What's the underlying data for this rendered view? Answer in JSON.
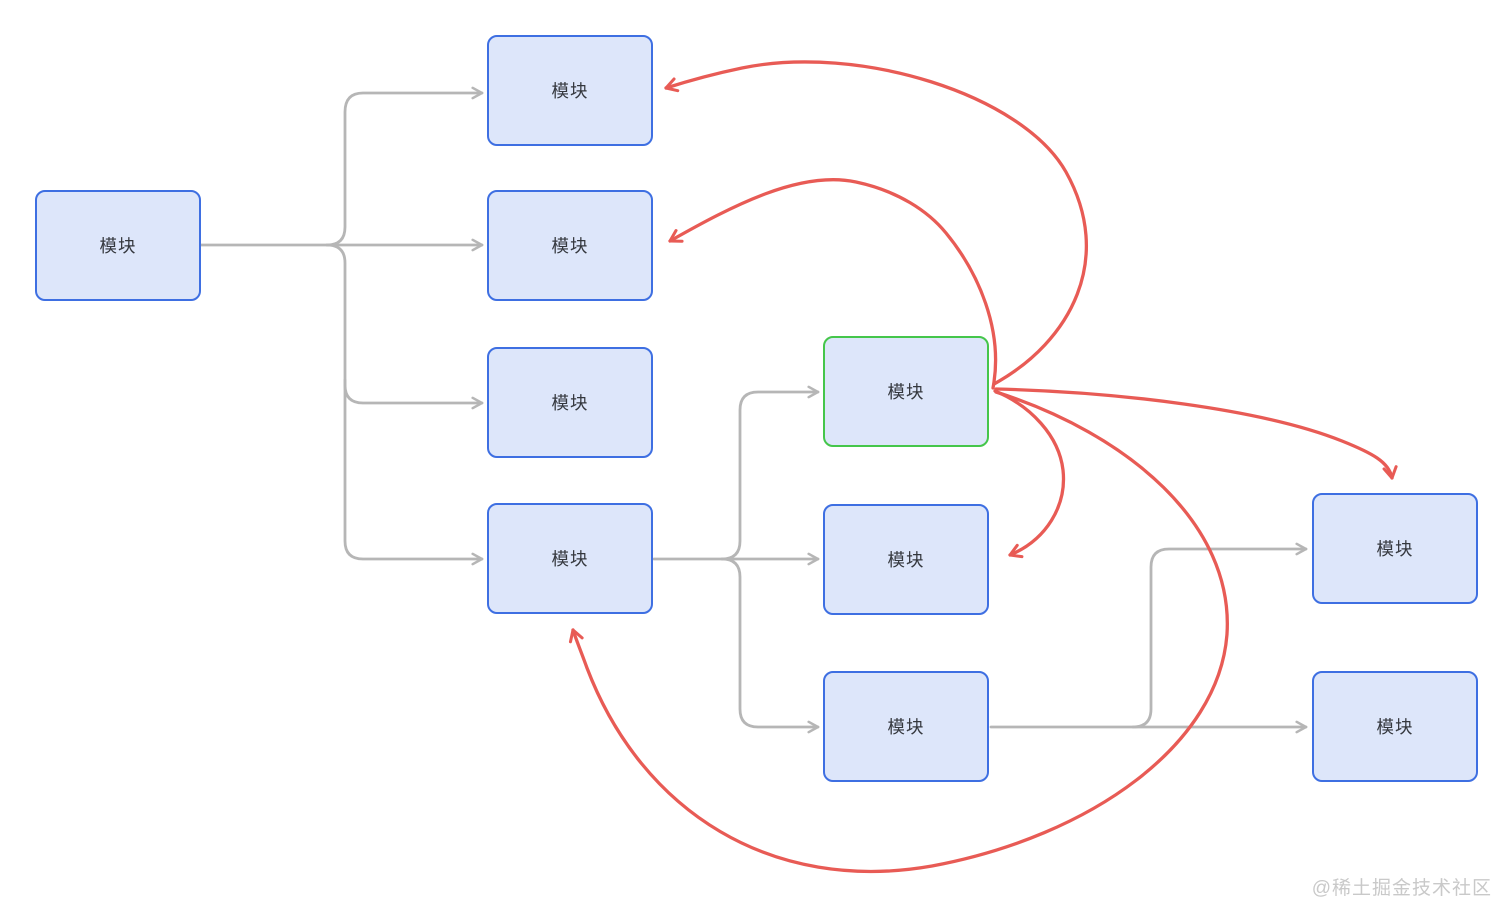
{
  "diagram": {
    "watermark": "@稀土掘金技术社区",
    "nodes": [
      {
        "id": "root",
        "label": "模块",
        "highlighted": false
      },
      {
        "id": "b1",
        "label": "模块",
        "highlighted": false
      },
      {
        "id": "b2",
        "label": "模块",
        "highlighted": false
      },
      {
        "id": "b3",
        "label": "模块",
        "highlighted": false
      },
      {
        "id": "b4",
        "label": "模块",
        "highlighted": false
      },
      {
        "id": "c1",
        "label": "模块",
        "highlighted": true
      },
      {
        "id": "c2",
        "label": "模块",
        "highlighted": false
      },
      {
        "id": "c3",
        "label": "模块",
        "highlighted": false
      },
      {
        "id": "d1",
        "label": "模块",
        "highlighted": false
      },
      {
        "id": "d2",
        "label": "模块",
        "highlighted": false
      }
    ],
    "colors": {
      "node_border": "#3e6fe2",
      "node_fill": "#dde6fa",
      "highlight_border": "#45c64b",
      "edge_gray": "#b6b6b6",
      "edge_red": "#e85b55",
      "node_text": "#34373d",
      "watermark_text": "#c9c9c9",
      "background": "#ffffff"
    }
  }
}
